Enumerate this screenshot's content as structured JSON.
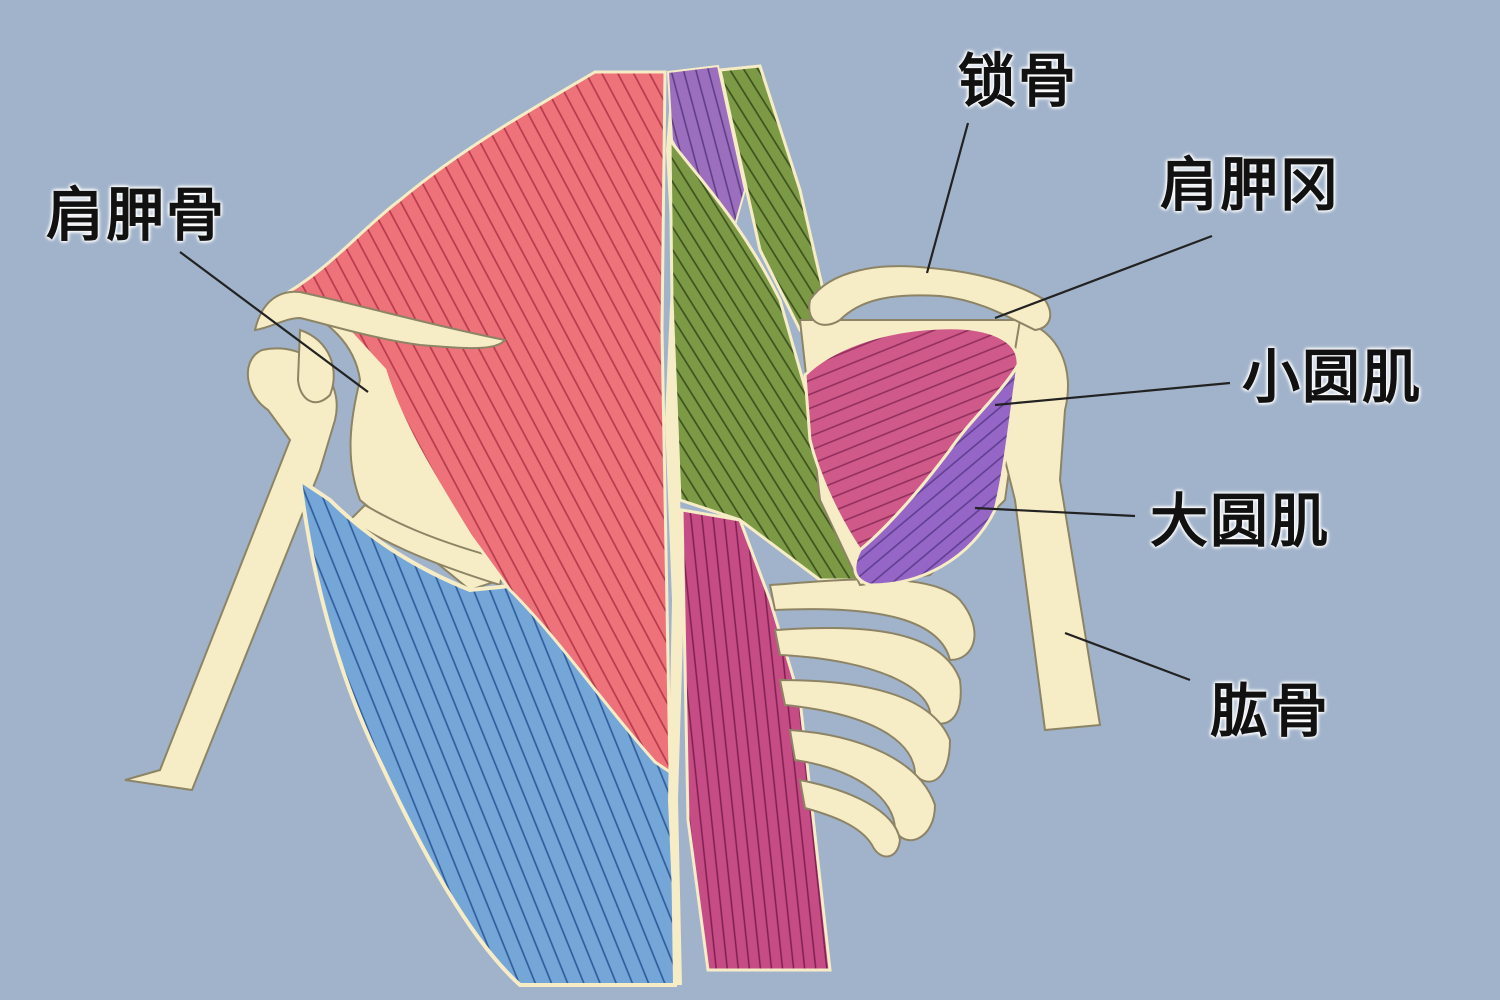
{
  "colors": {
    "background": "#a1b3cb",
    "bone": "#f6ecc5",
    "bone_outline": "#8d8466",
    "trapezius": "#ee7279",
    "latissimus": "#75a6d8",
    "rhomboid_green": "#7c9a45",
    "levator_purple": "#9b6fbe",
    "erector_magenta": "#c64c86",
    "teres_minor": "#cf5a8a",
    "teres_major": "#9566c6"
  },
  "labels": {
    "scapula": "肩胛骨",
    "clavicle": "锁骨",
    "glenoid": "肩胛冈",
    "teres_minor": "小圆肌",
    "teres_major": "大圆肌",
    "humerus": "肱骨"
  }
}
